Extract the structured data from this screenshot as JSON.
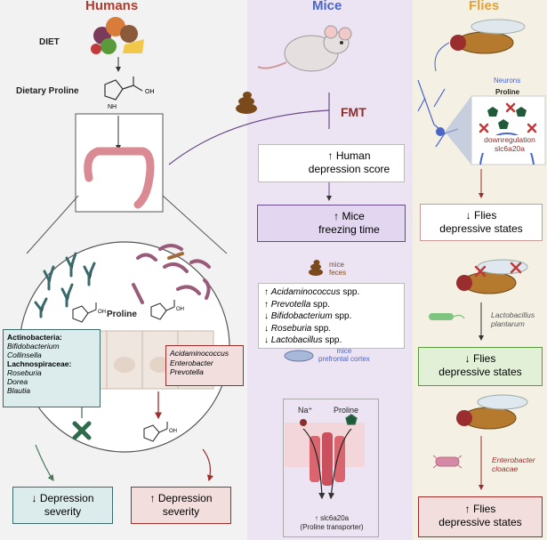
{
  "columns": {
    "humans": {
      "title": "Humans",
      "color": "#b23a2e"
    },
    "mice": {
      "title": "Mice",
      "color": "#4a66c9"
    },
    "flies": {
      "title": "Flies",
      "color": "#e0a23a"
    }
  },
  "humans": {
    "diet": "DIET",
    "dietary_proline": "Dietary Proline",
    "proline": "Proline",
    "good_box": {
      "actino": "Actinobacteria:",
      "actino_species": [
        "Bifidobacterium",
        "Collinsella"
      ],
      "lachno": "Lachnospiraceae:",
      "lachno_species": [
        "Roseburia",
        "Dorea",
        "Blautia"
      ]
    },
    "bad_box": {
      "species": [
        "Acidaminococcus",
        "Enterobacter",
        "Prevotella"
      ]
    },
    "outcome_down": {
      "line1": "↓ Depression",
      "line2": "severity"
    },
    "outcome_up": {
      "line1": "↑ Depression",
      "line2": "severity"
    }
  },
  "mice": {
    "fmt": "FMT",
    "depression_score": {
      "line1": "↑ Human",
      "line2": "depression score"
    },
    "freezing": {
      "line1": "↑ Mice",
      "line2": "freezing time"
    },
    "feces": {
      "line1": "mice",
      "line2": "feces"
    },
    "taxa": [
      {
        "arrow": "↑",
        "name": "Acidaminococcus",
        "suffix": " spp."
      },
      {
        "arrow": "↑",
        "name": "Prevotella",
        "suffix": " spp."
      },
      {
        "arrow": "↓",
        "name": "Bifidobacterium",
        "suffix": " spp."
      },
      {
        "arrow": "↓",
        "name": "Roseburia",
        "suffix": " spp."
      },
      {
        "arrow": "↓",
        "name": "Lactobacillus",
        "suffix": " spp."
      }
    ],
    "pfc": {
      "line1": "mice",
      "line2": "prefrontal cortex"
    },
    "na": "Na⁺",
    "proline": "Proline",
    "transporter": {
      "line1": "↑ slc6a20a",
      "line2": "(Proline transporter)"
    }
  },
  "flies": {
    "neurons": "Neurons",
    "proline": "Proline",
    "downreg": {
      "line1": "downregulation",
      "line2": "slc6a20a"
    },
    "dep1": {
      "line1": "↓ Flies",
      "line2": "depressive states"
    },
    "lacto": {
      "line1": "Lactobacillus",
      "line2": "plantarum"
    },
    "dep2": {
      "line1": "↓ Flies",
      "line2": "depressive states"
    },
    "entero": {
      "line1": "Enterobacter",
      "line2": "cloacae"
    },
    "dep3": {
      "line1": "↑ Flies",
      "line2": "depressive states"
    }
  }
}
